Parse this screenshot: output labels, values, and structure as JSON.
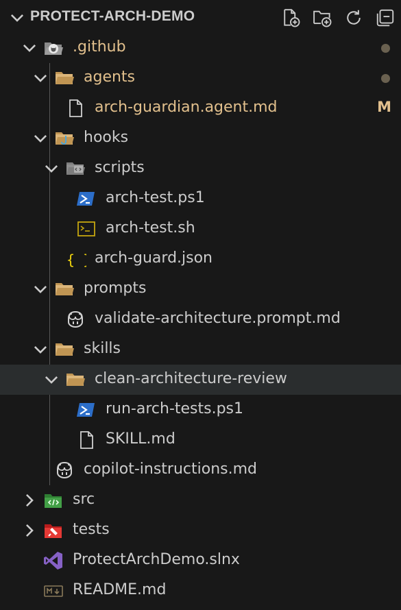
{
  "explorer": {
    "title": "PROTECT-ARCH-DEMO",
    "actions": [
      "new-file-icon",
      "new-folder-icon",
      "refresh-icon",
      "collapse-all-icon"
    ]
  },
  "tree": [
    {
      "label": ".github",
      "depth": 0,
      "type": "folder-open",
      "icon": "github-folder-icon",
      "status": "dot",
      "color": "mod"
    },
    {
      "label": "agents",
      "depth": 1,
      "type": "folder-open",
      "icon": "folder-open-icon",
      "status": "dot",
      "color": "mod"
    },
    {
      "label": "arch-guardian.agent.md",
      "depth": 2,
      "type": "file",
      "icon": "file-icon",
      "status": "M",
      "color": "mod"
    },
    {
      "label": "hooks",
      "depth": 1,
      "type": "folder-open",
      "icon": "hooks-folder-icon",
      "status": "",
      "color": "norm"
    },
    {
      "label": "scripts",
      "depth": 2,
      "type": "folder-open",
      "icon": "scripts-folder-icon",
      "status": "",
      "color": "norm"
    },
    {
      "label": "arch-test.ps1",
      "depth": 3,
      "type": "file",
      "icon": "powershell-icon",
      "status": "",
      "color": "norm"
    },
    {
      "label": "arch-test.sh",
      "depth": 3,
      "type": "file",
      "icon": "shell-icon",
      "status": "",
      "color": "norm"
    },
    {
      "label": "arch-guard.json",
      "depth": 2,
      "type": "file",
      "icon": "json-icon",
      "status": "",
      "color": "norm"
    },
    {
      "label": "prompts",
      "depth": 1,
      "type": "folder-open",
      "icon": "folder-open-icon",
      "status": "",
      "color": "norm"
    },
    {
      "label": "validate-architecture.prompt.md",
      "depth": 2,
      "type": "file",
      "icon": "copilot-icon",
      "status": "",
      "color": "norm"
    },
    {
      "label": "skills",
      "depth": 1,
      "type": "folder-open",
      "icon": "folder-open-icon",
      "status": "",
      "color": "norm"
    },
    {
      "label": "clean-architecture-review",
      "depth": 2,
      "type": "folder-open",
      "icon": "folder-open-icon",
      "status": "",
      "color": "norm",
      "hover": true
    },
    {
      "label": "run-arch-tests.ps1",
      "depth": 3,
      "type": "file",
      "icon": "powershell-icon",
      "status": "",
      "color": "norm"
    },
    {
      "label": "SKILL.md",
      "depth": 3,
      "type": "file",
      "icon": "file-icon",
      "status": "",
      "color": "norm"
    },
    {
      "label": "copilot-instructions.md",
      "depth": 1,
      "type": "file",
      "icon": "copilot-icon",
      "status": "",
      "color": "norm"
    },
    {
      "label": "src",
      "depth": 0,
      "type": "folder-closed",
      "icon": "src-folder-icon",
      "status": "",
      "color": "norm"
    },
    {
      "label": "tests",
      "depth": 0,
      "type": "folder-closed",
      "icon": "tests-folder-icon",
      "status": "",
      "color": "norm"
    },
    {
      "label": "ProtectArchDemo.slnx",
      "depth": 0,
      "type": "file",
      "icon": "visual-studio-icon",
      "status": "",
      "color": "norm"
    },
    {
      "label": "README.md",
      "depth": 0,
      "type": "file",
      "icon": "markdown-icon",
      "status": "",
      "color": "norm"
    }
  ],
  "colors": {
    "background": "#181818",
    "modified": "#e2c08d",
    "text": "#cccccc",
    "hover": "#2a2d2e"
  }
}
